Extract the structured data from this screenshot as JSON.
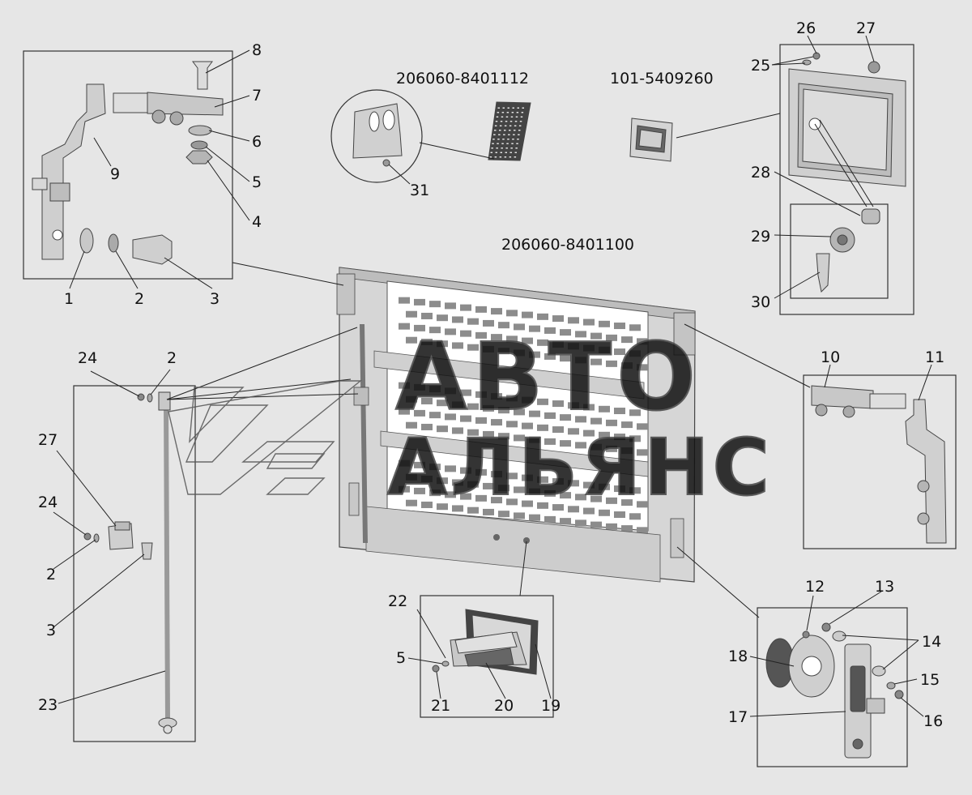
{
  "watermark": {
    "line1": "АВТО",
    "line2": "АЛЬЯНС"
  },
  "codes": {
    "grille_assembly": "206060-8401100",
    "grille_part": "206060-8401112",
    "hatch_part": "101-5409260"
  },
  "callouts": {
    "c1": "1",
    "c2": "2",
    "c3": "3",
    "c4": "4",
    "c5": "5",
    "c6": "6",
    "c7": "7",
    "c8": "8",
    "c9": "9",
    "c10": "10",
    "c11": "11",
    "c12": "12",
    "c13": "13",
    "c14": "14",
    "c15": "15",
    "c16": "16",
    "c17": "17",
    "c18": "18",
    "c19": "19",
    "c20": "20",
    "c21": "21",
    "c22": "22",
    "c23": "23",
    "c24": "24",
    "c25": "25",
    "c26": "26",
    "c27": "27",
    "c28": "28",
    "c29": "29",
    "c30": "30",
    "c31": "31"
  },
  "colors": {
    "background": "#e6e6e6",
    "panel": "#d3d3d3",
    "metal": "#cfcfcf",
    "mesh": "#ffffff",
    "line": "#222222"
  }
}
